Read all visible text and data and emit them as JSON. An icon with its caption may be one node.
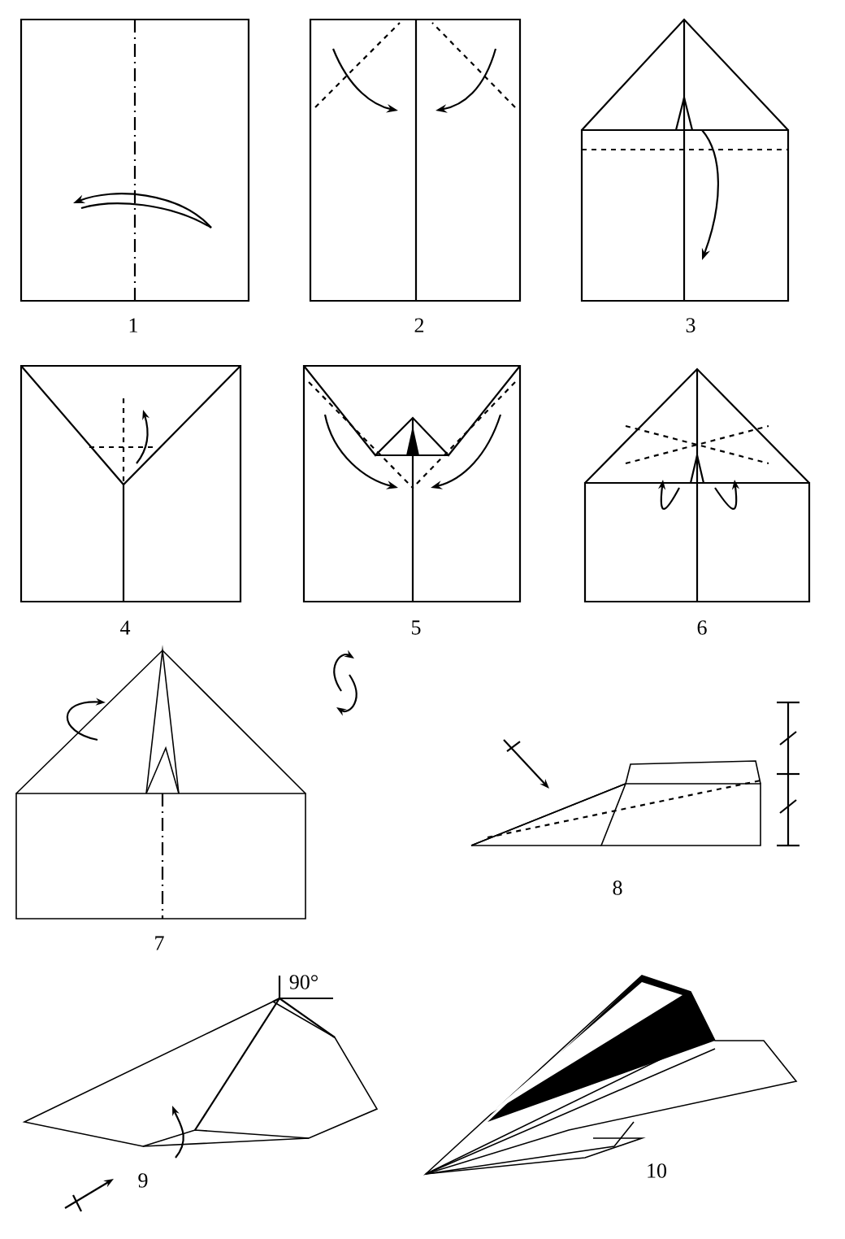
{
  "diagram": {
    "labels": [
      "1",
      "2",
      "3",
      "4",
      "5",
      "6",
      "7",
      "8",
      "9",
      "10",
      "90°"
    ]
  }
}
